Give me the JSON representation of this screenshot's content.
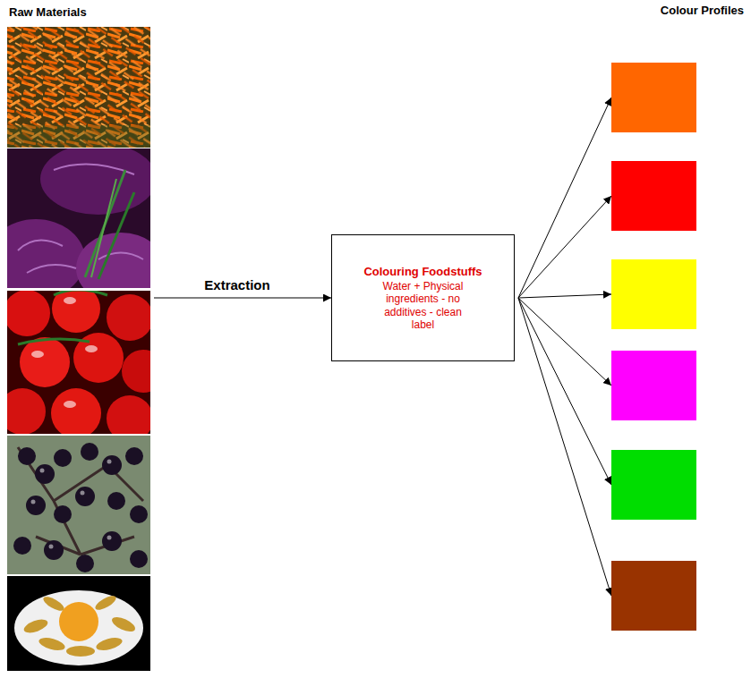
{
  "diagram": {
    "nodes": [
      {
        "text": [
          "Raw Materials"
        ]
      },
      {
        "text": [
          "Colouring Foodstuffs",
          "Water + Physical ingredients - no additives - clean label"
        ]
      },
      {
        "text": []
      },
      {
        "text": []
      },
      {
        "text": []
      },
      {
        "text": []
      },
      {
        "text": []
      },
      {
        "text": []
      }
    ],
    "edges": [
      {
        "from": 0,
        "to": 1,
        "arrow": "to",
        "label": "Extraction"
      },
      {
        "from": 1,
        "to": 2,
        "arrow": "to"
      },
      {
        "from": 1,
        "to": 3,
        "arrow": "to"
      },
      {
        "from": 1,
        "to": 4,
        "arrow": "to"
      },
      {
        "from": 1,
        "to": 5,
        "arrow": "to"
      },
      {
        "from": 1,
        "to": 6,
        "arrow": "to"
      },
      {
        "from": 1,
        "to": 7,
        "arrow": "to"
      }
    ],
    "labels": [
      "Colour Profiles"
    ]
  }
}
